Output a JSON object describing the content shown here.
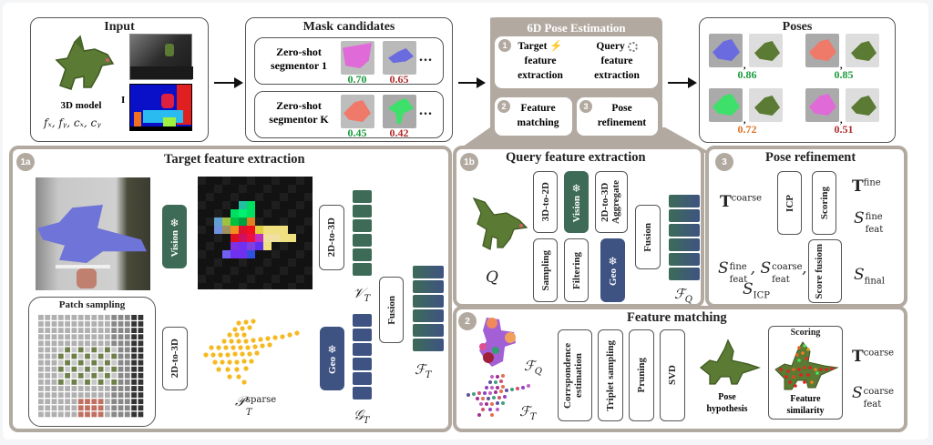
{
  "input": {
    "title": "Input",
    "model_label": "3D model",
    "intrinsics": "fₓ, fᵧ, cₓ, cᵧ",
    "image_label": "I"
  },
  "mask": {
    "title": "Mask candidates",
    "segmentors": [
      {
        "label_line1": "Zero-shot",
        "label_line2": "segmentor 1",
        "scores": [
          "0.70",
          "0.65"
        ],
        "score_colors": [
          "#1a9a3c",
          "#b02a2a"
        ],
        "mask_colors": [
          "#e06ad8",
          "#6b6be0"
        ]
      },
      {
        "label_line1": "Zero-shot",
        "label_line2": "segmentor K",
        "scores": [
          "0.45",
          "0.42"
        ],
        "score_colors": [
          "#1a9a3c",
          "#b02a2a"
        ],
        "mask_colors": [
          "#ef7a6a",
          "#3ee06a"
        ]
      }
    ],
    "ellipsis": "..."
  },
  "pose_est": {
    "title": "6D Pose Estimation",
    "step1": {
      "badge": "1",
      "target_l1": "Target",
      "target_l2": "feature",
      "target_l3": "extraction",
      "query_l1": "Query",
      "query_l2": "feature",
      "query_l3": "extraction"
    },
    "step2": {
      "badge": "2",
      "l1": "Feature",
      "l2": "matching"
    },
    "step3": {
      "badge": "3",
      "l1": "Pose",
      "l2": "refinement"
    }
  },
  "poses": {
    "title": "Poses",
    "items": [
      {
        "score": "0.86",
        "color": "#1a9a3c",
        "mask": "#6b6be0"
      },
      {
        "score": "0.85",
        "color": "#1a9a3c",
        "mask": "#ef7a6a"
      },
      {
        "score": "0.72",
        "color": "#e07020",
        "mask": "#3ee06a"
      },
      {
        "score": "0.51",
        "color": "#b02a2a",
        "mask": "#e06ad8"
      }
    ]
  },
  "sec1a": {
    "badge": "1a",
    "title": "Target feature extraction",
    "vision": "Vision",
    "to3d": "2D-to-3D",
    "to3d_b": "2D-to-3D",
    "geo": "Geo",
    "fusion": "Fusion",
    "patch_sampling": "Patch sampling",
    "vt": "𝒱",
    "vt_sub": "T",
    "gt": "𝒢",
    "gt_sub": "T",
    "ft": "ℱ",
    "ft_sub": "T",
    "pt": "𝒫",
    "pt_sup": "sparse",
    "pt_sub": "T"
  },
  "sec1b": {
    "badge": "1b",
    "title": "Query feature extraction",
    "q": "Q",
    "to2d": "3D-to-2D",
    "vision": "Vision",
    "aggregate": "2D-to-3D Aggregate",
    "sampling": "Sampling",
    "filtering": "Filtering",
    "geo": "Geo",
    "fusion": "Fusion",
    "fq": "ℱ",
    "fq_sub": "Q"
  },
  "sec2": {
    "badge": "2",
    "title": "Feature matching",
    "fq": "ℱ",
    "fq_sub": "Q",
    "ft": "ℱ",
    "ft_sub": "T",
    "steps": [
      "Corrspondence estimation",
      "Triplet sampling",
      "Pruning",
      "SVD"
    ],
    "pose_hyp_l1": "Pose",
    "pose_hyp_l2": "hypothesis",
    "scoring": "Scoring",
    "feat_sim_l1": "Feature",
    "feat_sim_l2": "similarity",
    "t_coarse": "T",
    "t_coarse_sup": "coarse",
    "s_coarse": "S",
    "s_coarse_sup": "coarse",
    "s_coarse_sub": "feat"
  },
  "sec3": {
    "badge": "3",
    "title": "Pose refinement",
    "t_coarse": "T",
    "t_coarse_sup": "coarse",
    "icp": "ICP",
    "scoring": "Scoring",
    "t_fine": "T",
    "t_fine_sup": "fine",
    "s_fine": "S",
    "s_fine_sup": "fine",
    "s_fine_sub": "feat",
    "inputs_line1_a": "S",
    "inputs_line1_a_sup": "fine",
    "inputs_line1_a_sub": "feat",
    "inputs_line1_b": "S",
    "inputs_line1_b_sup": "coarse",
    "inputs_line1_b_sub": "feat",
    "inputs_line2": "S",
    "inputs_line2_sub": "ICP",
    "score_fusion": "Score fusiom",
    "s_final": "S",
    "s_final_sub": "final"
  },
  "colors": {
    "vision_green": "#3d6b57",
    "geo_blue": "#3e5382",
    "section_border": "#b2aaa0",
    "good_score": "#1a9a3c",
    "mid_score": "#e07020",
    "bad_score": "#b02a2a"
  }
}
